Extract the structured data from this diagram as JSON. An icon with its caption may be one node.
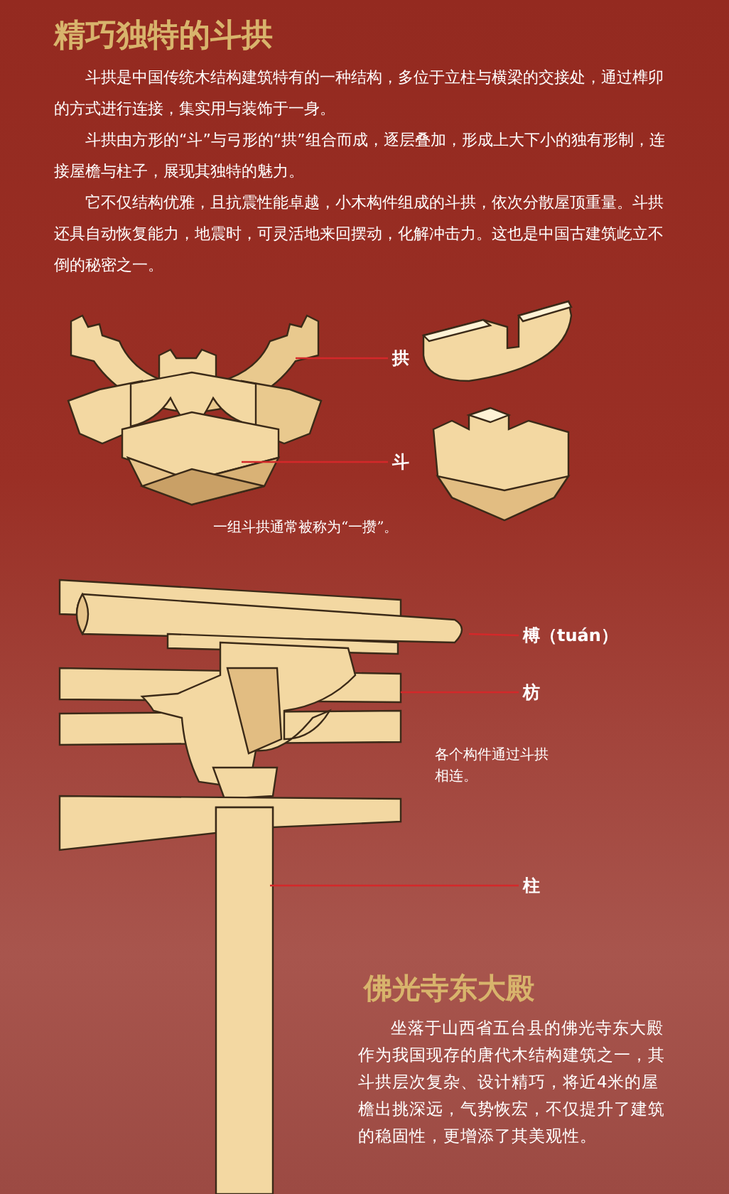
{
  "diagram": {
    "title": "精巧独特的斗拱",
    "nodes": [
      {
        "text": [
          "拱"
        ]
      },
      {
        "text": [
          "斗"
        ]
      },
      {
        "text": [
          "榑（tuán）"
        ]
      },
      {
        "text": [
          "枋"
        ]
      },
      {
        "text": [
          "柱"
        ]
      }
    ],
    "edges": [
      {
        "from": 0,
        "to": null,
        "arrow": "none"
      },
      {
        "from": 1,
        "to": null,
        "arrow": "none"
      },
      {
        "from": 2,
        "to": null,
        "arrow": "none"
      },
      {
        "from": 3,
        "to": null,
        "arrow": "none"
      },
      {
        "from": 4,
        "to": null,
        "arrow": "none"
      }
    ],
    "labels": [
      "斗拱是中国传统木结构建筑特有的一种结构，多位于立柱与横梁的交接处，通过榫卯的方式进行连接，集实用与装饰于一身。",
      "斗拱由方形的“斗”与弓形的“拱”组合而成，逐层叠加，形成上大下小的独有形制，连接屋檐与柱子，展现其独特的魅力。",
      "它不仅结构优雅，且抗震性能卓越，小木构件组成的斗拱，依次分散屋顶重量。斗拱还具自动恢复能力，地震时，可灵活地来回摆动，化解冲击力。这也是中国古建筑屹立不倒的秘密之一。",
      "一组斗拱通常被称为“一攒”。",
      "各个构件通过斗拱相连。",
      "佛光寺东大殿",
      "坐落于山西省五台县的佛光寺东大殿作为我国现存的唐代木结构建筑之一，其斗拱层次复杂、设计精巧，将近4米的屋檐出挑深远，气势恢宏，不仅提升了建筑的稳固性，更增添了其美观性。"
    ]
  }
}
